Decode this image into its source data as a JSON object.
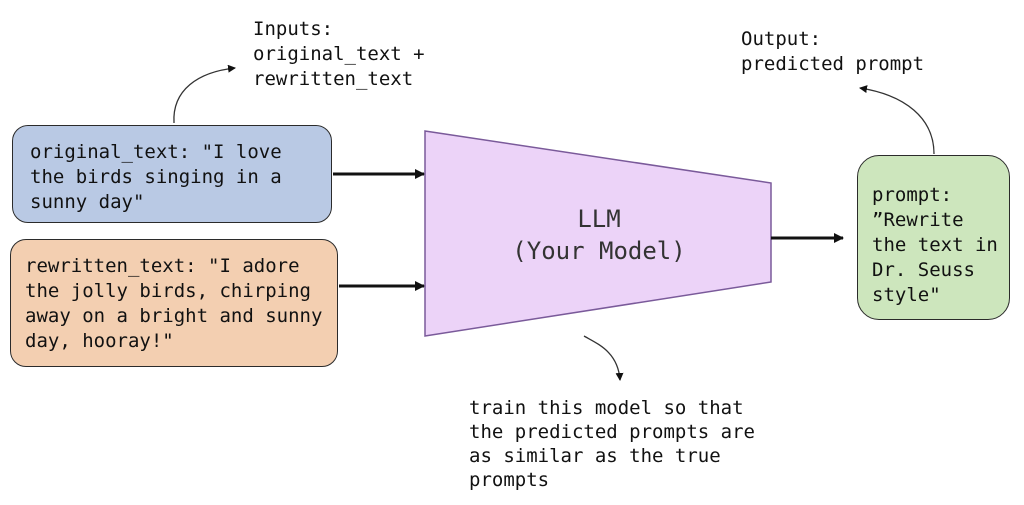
{
  "inputs_note": "Inputs:\noriginal_text +\nrewritten_text",
  "output_note": "Output:\npredicted prompt",
  "original_text_box": "original_text: \"I love\nthe birds singing in a\nsunny day\"",
  "rewritten_text_box": "rewritten_text: \"I adore\nthe jolly birds, chirping\naway on a bright and sunny\nday, hooray!\"",
  "model": {
    "title": "LLM",
    "subtitle": "(Your Model)",
    "fill": "#ecd3f8"
  },
  "prompt_box": "prompt:\n”Rewrite\nthe text in\nDr. Seuss\nstyle\"",
  "train_note": "train this model so that\nthe predicted prompts are\nas similar as the true\nprompts",
  "colors": {
    "original_box": "#b9c9e4",
    "rewritten_box": "#f3cfb1",
    "prompt_box": "#cde6bd",
    "model": "#ecd3f8"
  }
}
